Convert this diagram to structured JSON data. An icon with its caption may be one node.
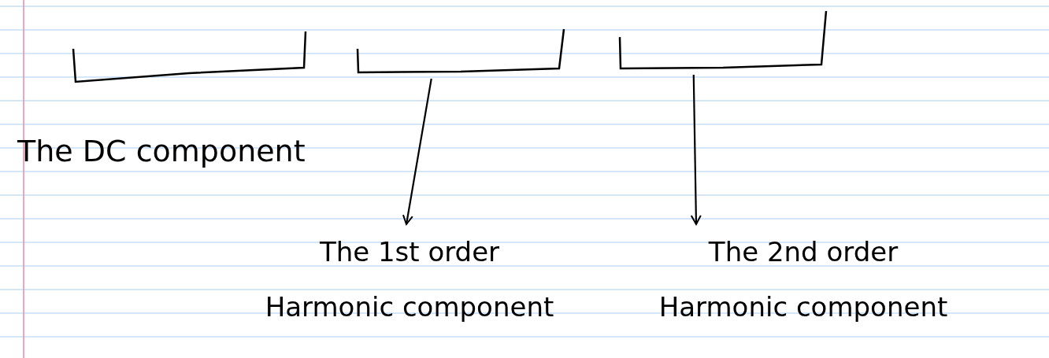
{
  "diagram": {
    "nodes": [
      {
        "text": [],
        "shape": "bracket"
      },
      {
        "text": [],
        "shape": "bracket"
      },
      {
        "text": [
          "The 1st order Harmonic component"
        ]
      },
      {
        "text": [
          "The 2nd order Harmonic component"
        ]
      }
    ],
    "edges": [
      {
        "from": 0,
        "to": 2,
        "arrow": "to"
      },
      {
        "from": 1,
        "to": 3,
        "arrow": "to"
      }
    ],
    "labels": [
      "The DC component"
    ]
  }
}
